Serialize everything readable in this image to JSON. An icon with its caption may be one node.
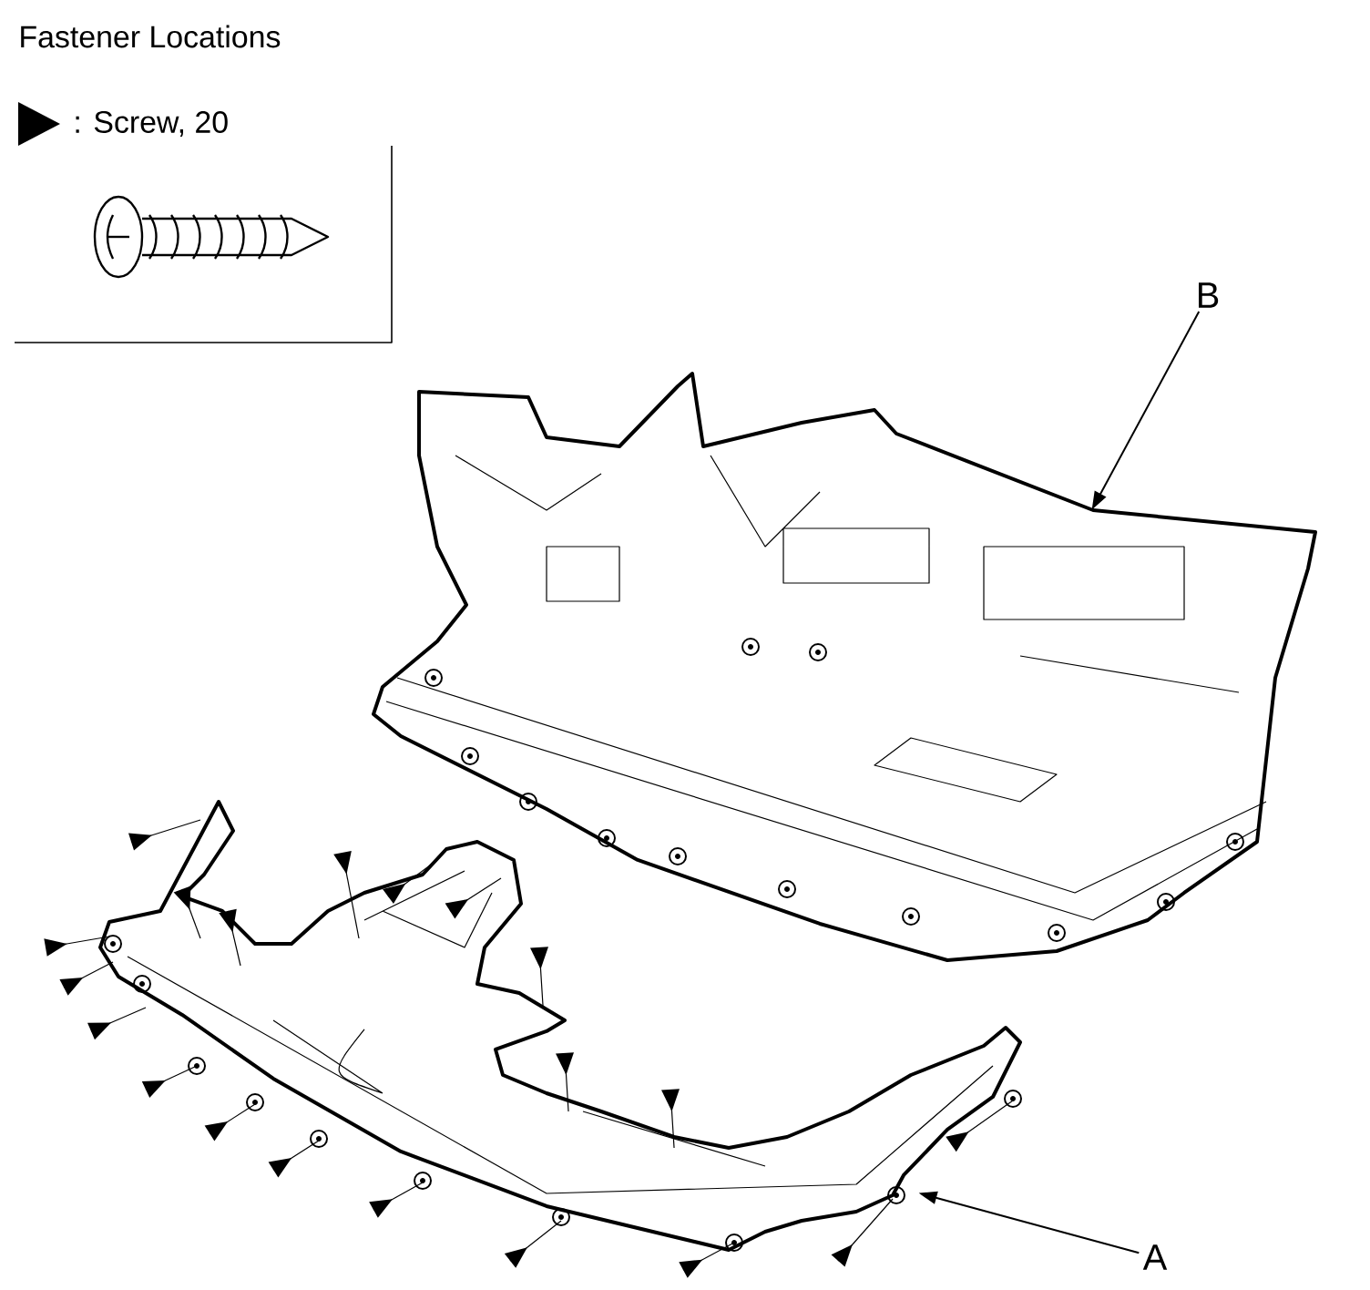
{
  "diagram": {
    "title": "Fastener Locations",
    "nodes": [
      {
        "text": [
          "B"
        ]
      },
      {
        "text": [],
        "shape": "picture"
      },
      {
        "text": [],
        "shape": "picture"
      },
      {
        "text": [
          "A"
        ]
      }
    ],
    "edges": [
      {
        "from": 0,
        "to": 1,
        "arrow": "to"
      },
      {
        "from": 3,
        "to": 2,
        "arrow": "to"
      }
    ],
    "legend": [
      {
        "text": ": Screw, 20"
      }
    ]
  }
}
